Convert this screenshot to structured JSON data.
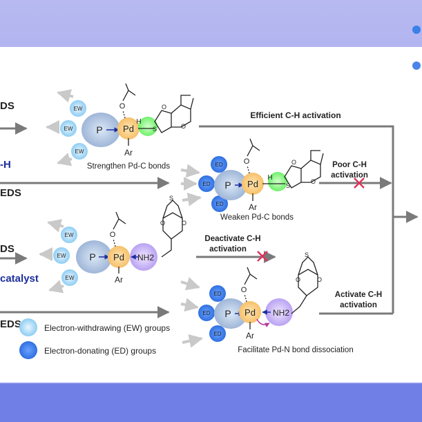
{
  "colors": {
    "bg_top": "#b7b9f0",
    "bg_bottom": "#8891ea",
    "panel": "#ffffff",
    "ew_blue": "#8ecdf3",
    "ed_blue": "#2f6fe0",
    "pd_orange": "#f6c06a",
    "green_glow": "#6ff06a",
    "nh2_purple": "#b9a2f2",
    "arrow_gray": "#7a7a7a",
    "cross_red": "#e0315b",
    "label_navy": "#1d2f9e"
  },
  "row_labels": {
    "r1_eds": "DS",
    "r1_ch": "-H",
    "r2_eds": "EDS",
    "r3_eds": "DS",
    "r3_catalyst": "catalyst",
    "r4_eds": "EDS"
  },
  "groups": {
    "ew": "EW",
    "ed": "ED"
  },
  "atoms": {
    "p": "P",
    "pd": "Pd",
    "ar": "Ar",
    "h": "H",
    "o": "O",
    "s": "S",
    "nh2": "NH2"
  },
  "captions": {
    "c1": "Strengthen Pd-C bonds",
    "c2": "Weaken Pd-C bonds",
    "c4": "Facilitate Pd-N bond dissociation"
  },
  "outcomes": {
    "o1": "Efficient C-H activation",
    "o2_line1": "Poor C-H",
    "o2_line2": "activation",
    "o3_line1": "Deactivate C-H",
    "o3_line2": "activation",
    "o4_line1": "Activate C-H",
    "o4_line2": "activation"
  },
  "legend": {
    "ew_text": "Electron-withdrawing (EW) groups",
    "ed_text": "Electron-donating (ED) groups"
  }
}
